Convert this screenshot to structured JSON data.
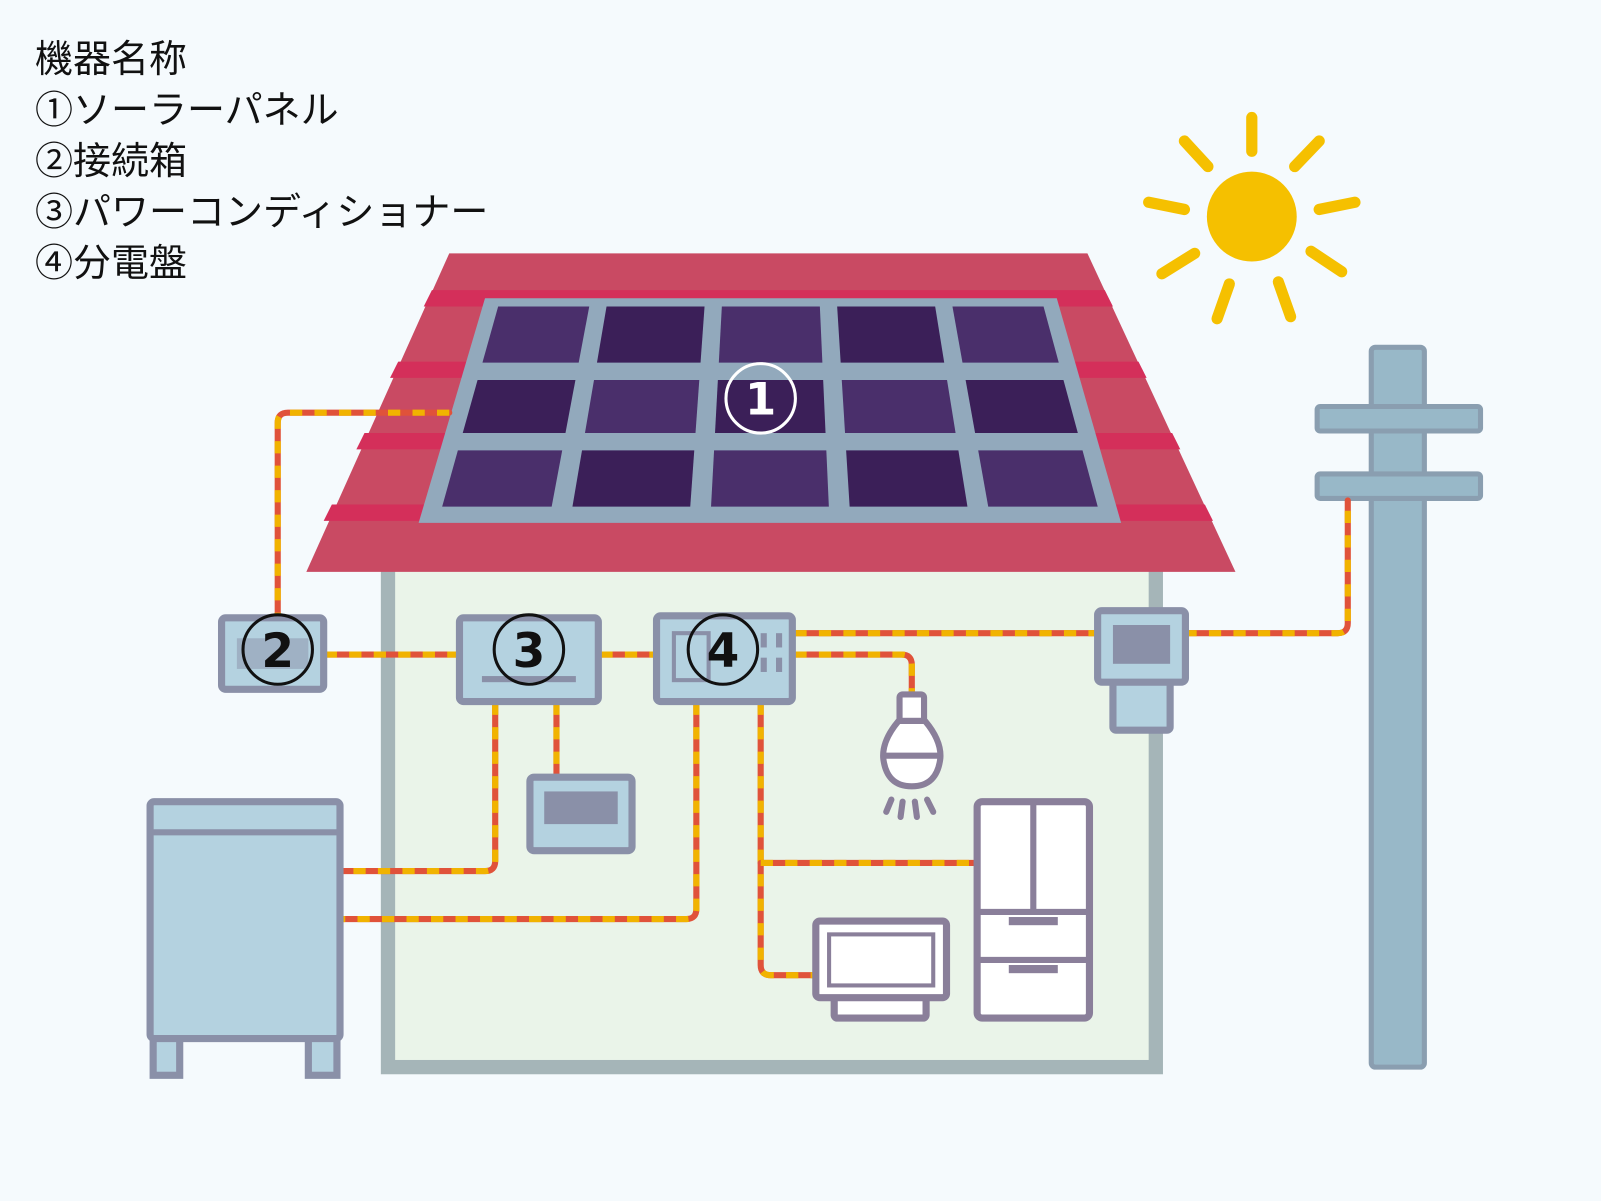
{
  "legend": {
    "title": "機器名称",
    "items": [
      "①ソーラーパネル",
      "②接続箱",
      "③パワーコンディショナー",
      "④分電盤"
    ]
  },
  "markers": {
    "solar_panel": "1",
    "junction_box": "2",
    "power_conditioner": "3",
    "distribution_board": "4"
  },
  "colors": {
    "background": "#f5fafd",
    "roof": "#c94a63",
    "panel_cell": "#4a2f6b",
    "sun": "#f5c000",
    "wire": "#e0523a",
    "wire_dash": "#f1b300"
  }
}
